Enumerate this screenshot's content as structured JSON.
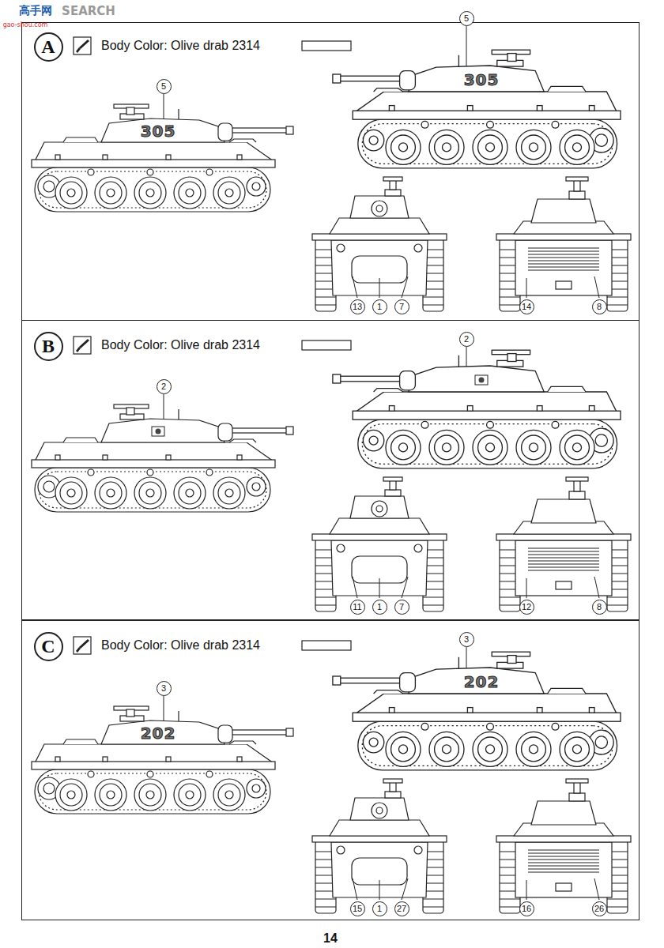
{
  "diagram": {
    "nodes": [
      {
        "text": [
          "Body Color: Olive drab 2314"
        ]
      },
      {
        "text": [
          "A"
        ],
        "in": 0
      },
      {
        "text": [
          "Body Color: Olive drab 2314"
        ]
      },
      {
        "text": [
          "B"
        ],
        "in": 2
      },
      {
        "text": [
          "Body Color: Olive drab 2314"
        ]
      },
      {
        "text": [
          "C"
        ],
        "in": 4
      }
    ],
    "labels": [
      "高手网",
      "SEARCH",
      "gao-shou.com",
      "5",
      "305",
      "5",
      "305",
      "13",
      "1",
      "7",
      "14",
      "8",
      "2",
      "2",
      "11",
      "1",
      "7",
      "12",
      "8",
      "3",
      "202",
      "3",
      "202",
      "15",
      "1",
      "27",
      "16",
      "26",
      "14"
    ]
  }
}
